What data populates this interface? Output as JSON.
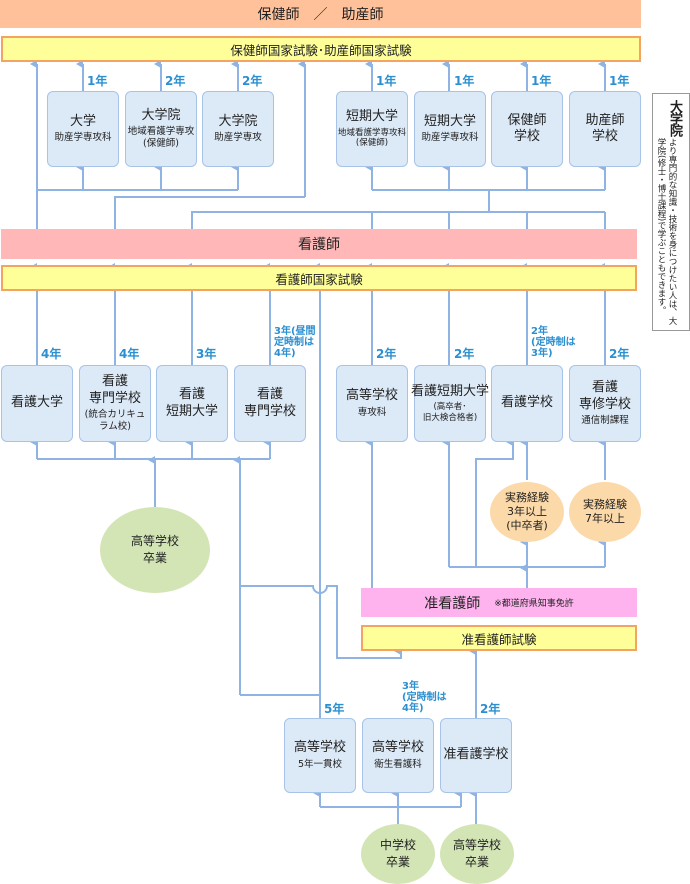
{
  "header": {
    "title": "保健師　／　助産師"
  },
  "exams": {
    "top": "保健師国家試験･助産師国家試験",
    "nurse": "看護師国家試験",
    "assoc": "准看護師試験"
  },
  "nurse_band": {
    "label": "看護師"
  },
  "assoc_band": {
    "label": "准看護師",
    "note": "※都道府県知事免許"
  },
  "upper_schools": [
    {
      "title": "大学",
      "sub": "助産学専攻科",
      "years": "1年"
    },
    {
      "title": "大学院",
      "sub": "地域看護学専攻\n(保健師)",
      "years": "2年"
    },
    {
      "title": "大学院",
      "sub": "助産学専攻",
      "years": "2年"
    },
    {
      "title": "短期大学",
      "sub": "地域看護学専攻科\n(保健師)",
      "years": "1年"
    },
    {
      "title": "短期大学",
      "sub": "助産学専攻科",
      "years": "1年"
    },
    {
      "title": "保健師\n学校",
      "sub": "",
      "years": "1年"
    },
    {
      "title": "助産師\n学校",
      "sub": "",
      "years": "1年"
    }
  ],
  "nurse_schools": [
    {
      "title": "看護大学",
      "sub": "",
      "years": "4年"
    },
    {
      "title": "看護\n専門学校",
      "sub": "(統合カリキュ\nラム校)",
      "years": "4年"
    },
    {
      "title": "看護\n短期大学",
      "sub": "",
      "years": "3年"
    },
    {
      "title": "看護\n専門学校",
      "sub": "",
      "years": "3年(昼間\n定時制は\n4年)"
    },
    {
      "title": "高等学校",
      "sub": "専攻科",
      "years": "2年"
    },
    {
      "title": "看護短期大学",
      "sub": "(高卒者･\n旧大検合格者)",
      "years": "2年"
    },
    {
      "title": "看護学校",
      "sub": "",
      "years": "2年\n(定時制は\n3年)"
    },
    {
      "title": "看護\n専修学校",
      "sub": "通信制課程",
      "years": "2年"
    }
  ],
  "lower_schools": [
    {
      "title": "高等学校",
      "sub": "5年一貫校",
      "years": "5年"
    },
    {
      "title": "高等学校",
      "sub": "衛生看護科",
      "years": "3年\n(定時制は\n4年)"
    },
    {
      "title": "准看護学校",
      "sub": "",
      "years": "2年"
    }
  ],
  "circles": {
    "hs_grad": "高等学校\n卒業",
    "exp3": "実務経験\n3年以上\n(中卒者)",
    "exp7": "実務経験\n7年以上",
    "jhs_grad": "中学校\n卒業",
    "hs_grad2": "高等学校\n卒業"
  },
  "sidebar": {
    "title": "大学院",
    "text": "より専門的な知識・技術を身につけたい人は、大学院(修士・博士課程)で学ぶこともできます。"
  },
  "colors": {
    "line": "#8fb4e3",
    "years_text": "#2b8fd0",
    "header_band": "#ffc19a",
    "exam_fill": "#ffff99",
    "exam_border": "#f4a460",
    "nurse_band": "#ffb7b7",
    "assoc_band": "#ffb3ee",
    "box_fill": "#dce9f7",
    "green_circle": "#d3e5b5",
    "orange_circle": "#fcd9a8"
  }
}
